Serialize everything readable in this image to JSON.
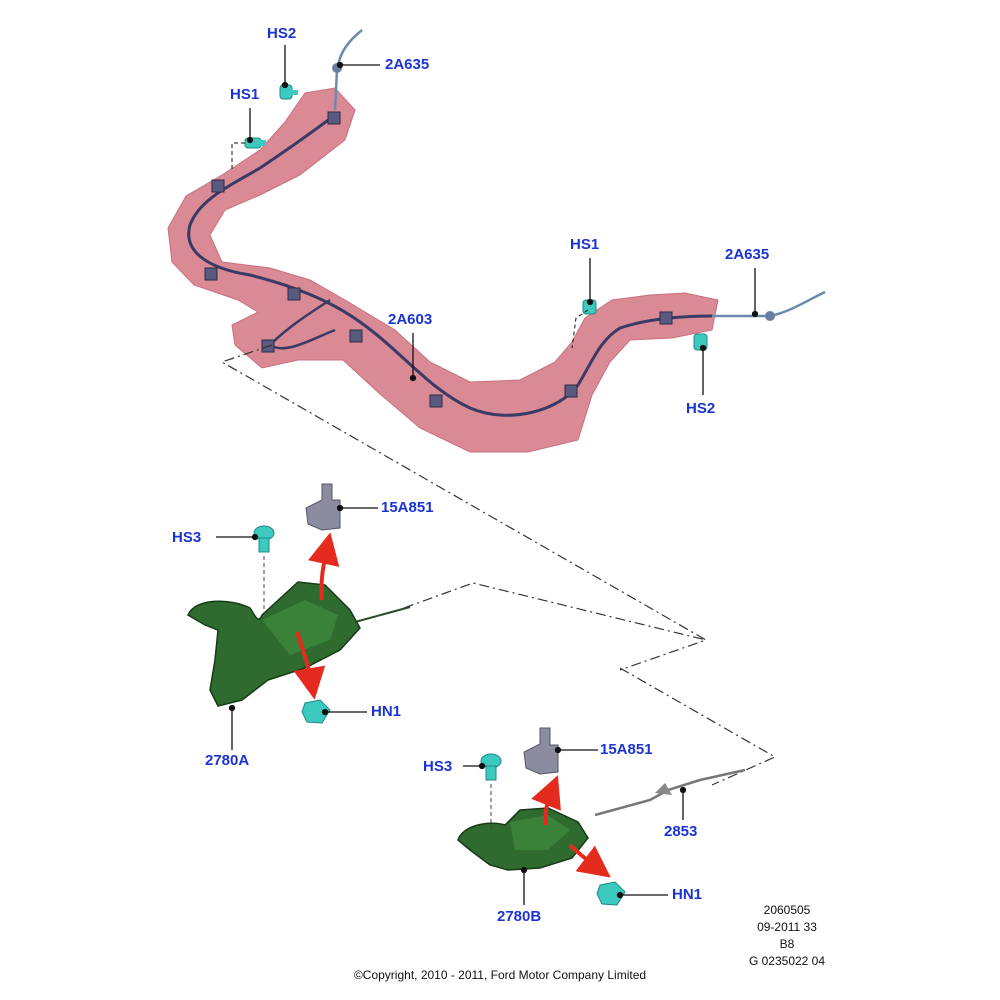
{
  "labels": {
    "hs2_top": "HS2",
    "a635_top": "2A635",
    "hs1_top": "HS1",
    "hs1_mid": "HS1",
    "a635_right": "2A635",
    "a603": "2A603",
    "hs2_right": "HS2",
    "a851_upper": "15A851",
    "hs3_upper": "HS3",
    "hn1_upper": "HN1",
    "lever_a": "2780A",
    "a851_lower": "15A851",
    "hs3_lower": "HS3",
    "cable_2853": "2853",
    "hn1_lower": "HN1",
    "lever_b": "2780B"
  },
  "info": {
    "line1": "2060505",
    "line2": "09-2011 33",
    "line3": "B8",
    "line4": "G 0235022 04"
  },
  "copyright": "©Copyright, 2010 - 2011, Ford Motor Company Limited",
  "colors": {
    "label_text": "#1c33d4",
    "highlight": "#d98a94",
    "cable": "#3a3a66",
    "clip": "#3cc9c0",
    "lever_green": "#2f6b2f",
    "arrow_red": "#e52a1e",
    "bracket_grey": "#8c8ca0"
  },
  "icons": {
    "clip": "teal-fastener-icon",
    "nut": "teal-nut-icon",
    "bracket": "grey-bracket-icon",
    "arrow": "red-arrow-icon"
  }
}
